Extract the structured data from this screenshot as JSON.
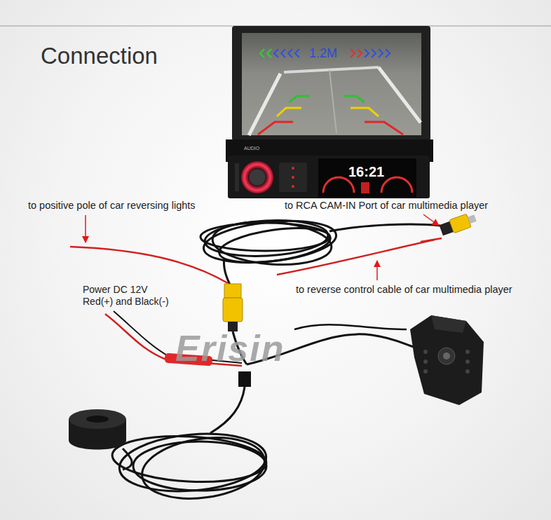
{
  "diagram": {
    "title": "Connection",
    "labels": [
      "to positive pole of car reversing lights",
      "to RCA CAM-IN Port of car multimedia player",
      "1.2M",
      "AUDIO",
      "16:21",
      "to reverse control cable of car multimedia player",
      "Power DC 12V Red(+) and Black(-)",
      "Erisin"
    ]
  }
}
